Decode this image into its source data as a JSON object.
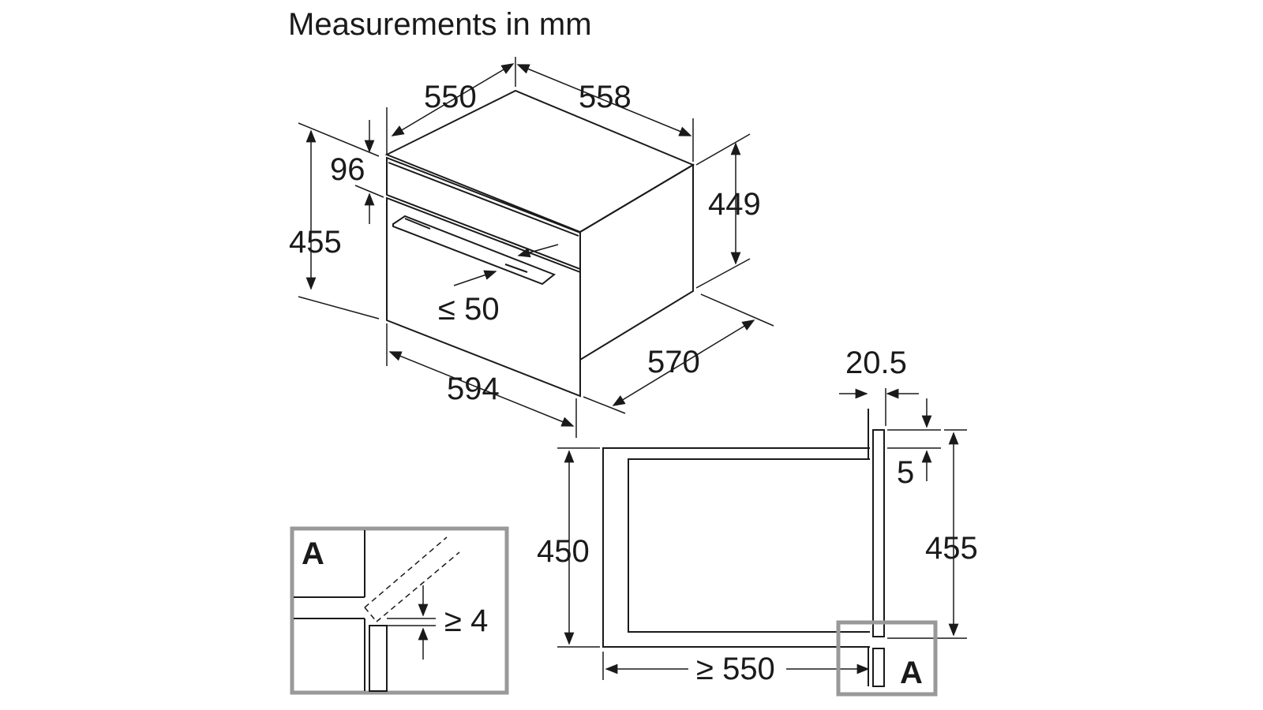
{
  "title": "Measurements in mm",
  "appliance": {
    "depth_top": "550",
    "width_top": "558",
    "panel_height": "96",
    "front_height": "455",
    "body_height": "449",
    "handle_projection": "≤ 50",
    "width_front": "594",
    "depth_side": "570"
  },
  "cutout": {
    "front_thickness": "20.5",
    "top_offset": "5",
    "niche_height": "450",
    "total_height": "455",
    "min_depth": "≥ 550",
    "detail_ref": "A"
  },
  "detail": {
    "label": "A",
    "gap": "≥ 4"
  }
}
